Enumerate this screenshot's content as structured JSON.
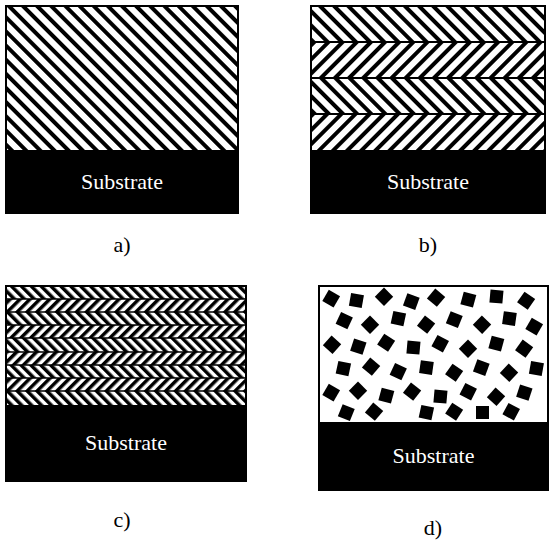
{
  "diagram": {
    "nodes": [
      {
        "text": [
          "Substrate"
        ]
      },
      {
        "text": [
          "Substrate"
        ]
      },
      {
        "text": [
          "Substrate"
        ]
      },
      {
        "text": [
          "Substrate"
        ]
      }
    ],
    "labels": [
      "a)",
      "b)",
      "c)",
      "d)"
    ]
  }
}
